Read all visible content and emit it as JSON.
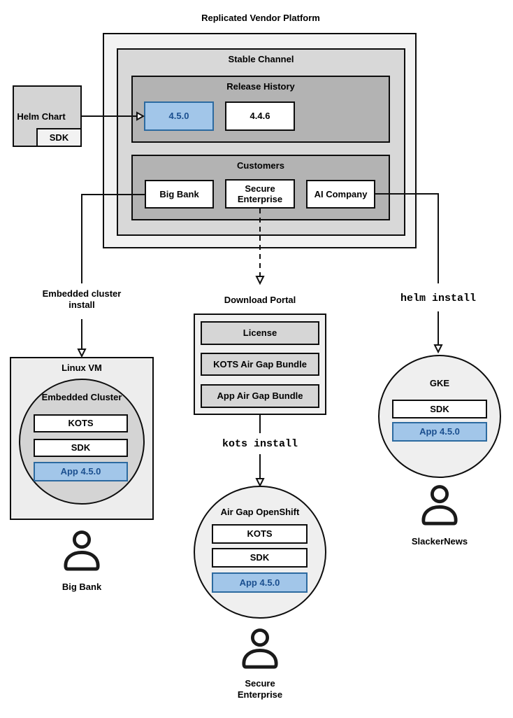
{
  "colors": {
    "highlight_fill": "#a2c6e9",
    "highlight_border": "#2c6aa0",
    "highlight_text": "#1b4f8f",
    "box_border": "#0d0d0d",
    "gray_outer": "#f2f2f2",
    "gray_channel": "#d8d8d8",
    "gray_inner": "#b3b3b3"
  },
  "platform": {
    "title": "Replicated Vendor Platform",
    "stable_channel_title": "Stable Channel",
    "release_history": {
      "title": "Release History",
      "releases": [
        "4.5.0",
        "4.4.6"
      ]
    },
    "customers": {
      "title": "Customers",
      "names": [
        "Big Bank",
        "Secure Enterprise",
        "AI Company"
      ]
    }
  },
  "helm_chart": {
    "label": "Helm Chart",
    "sdk_label": "SDK"
  },
  "edge_labels": {
    "embedded_cluster_install": "Embedded cluster\ninstall",
    "kots_install": "kots install",
    "helm_install": "helm install"
  },
  "big_bank_env": {
    "host_label": "Linux VM",
    "cluster_label": "Embedded Cluster",
    "components": [
      "KOTS",
      "SDK",
      "App 4.5.0"
    ],
    "user_label": "Big Bank"
  },
  "download_portal": {
    "title": "Download Portal",
    "items": [
      "License",
      "KOTS Air Gap Bundle",
      "App Air Gap Bundle"
    ]
  },
  "secure_enterprise_env": {
    "cluster_label": "Air Gap OpenShift",
    "components": [
      "KOTS",
      "SDK",
      "App 4.5.0"
    ],
    "user_label": "Secure\nEnterprise"
  },
  "slackernews_env": {
    "cluster_label": "GKE",
    "components": [
      "SDK",
      "App 4.5.0"
    ],
    "user_label": "SlackerNews"
  }
}
